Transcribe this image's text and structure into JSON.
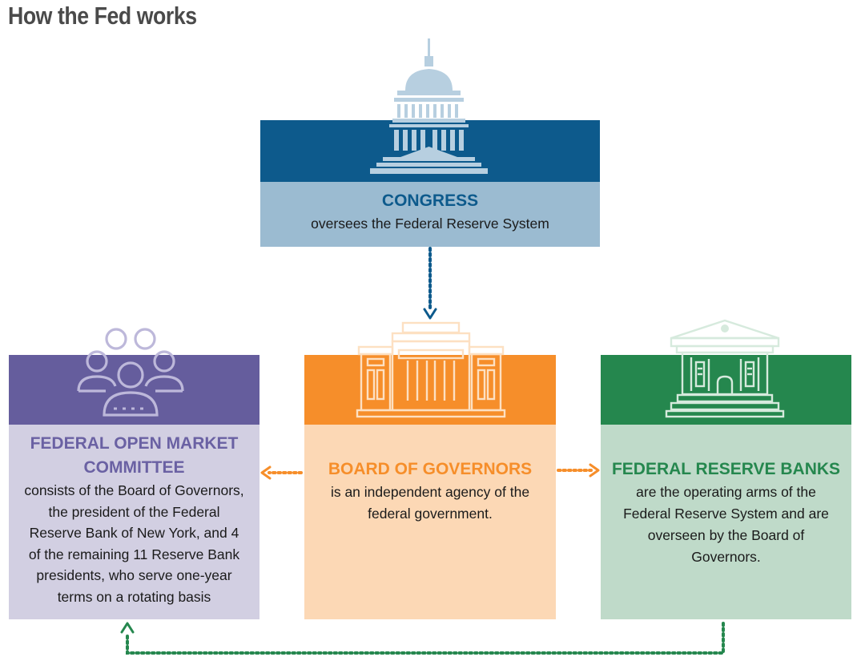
{
  "title": "How the Fed works",
  "congress": {
    "heading": "CONGRESS",
    "description": "oversees the Federal Reserve System",
    "icon": "capitol-dome-icon",
    "color_dark": "#0d5a8c",
    "color_light": "#9bbbd1"
  },
  "fomc": {
    "heading_line1": "FEDERAL OPEN MARKET",
    "heading_line2": "COMMITTEE",
    "description_lines": [
      "consists of the Board of Governors,",
      "the president of the Federal",
      "Reserve Bank of New York, and 4",
      "of the remaining 11 Reserve Bank",
      "presidents, who serve one-year",
      "terms on a rotating basis"
    ],
    "icon": "people-group-icon",
    "color_dark": "#655d9d",
    "color_light": "#d2cfe2"
  },
  "board": {
    "heading": "BOARD OF GOVERNORS",
    "description_lines": [
      "is an independent agency of the",
      "federal government."
    ],
    "icon": "government-building-icon",
    "color_dark": "#f68e2a",
    "color_light": "#fcd8b5"
  },
  "banks": {
    "heading": "FEDERAL RESERVE BANKS",
    "description_lines": [
      "are the operating arms of the",
      "Federal Reserve System and are",
      "overseen by the Board of",
      "Governors."
    ],
    "icon": "bank-building-icon",
    "color_dark": "#25874e",
    "color_light": "#bfdac9"
  },
  "connectors": {
    "congress_to_board": "#0d5a8c",
    "board_to_fomc": "#f68e2a",
    "board_to_banks": "#f68e2a",
    "banks_to_fomc": "#25874e"
  }
}
